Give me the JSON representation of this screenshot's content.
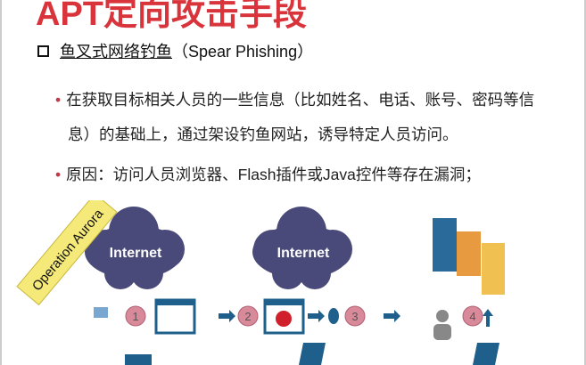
{
  "slide": {
    "title": "APT定向攻击手段",
    "heading_cn": "鱼叉式网络钓鱼",
    "heading_en": "（Spear Phishing）",
    "bullets": [
      {
        "line1": "在获取目标相关人员的一些信息（比如姓名、电话、账号、密码等信",
        "line2": "息）的基础上，通过架设钓鱼网站，诱导特定人员访问。"
      },
      {
        "line1": "原因：访问人员浏览器、Flash插件或Java控件等存在漏洞；"
      }
    ]
  },
  "diagram": {
    "sticky_note": "Operation Aurora",
    "clouds": [
      "Internet",
      "Internet"
    ],
    "steps": [
      "1",
      "2",
      "3",
      "4"
    ],
    "colors": {
      "cloud": "#4a4a7a",
      "step": "#d98a9a",
      "icon": "#1f5f8b",
      "note": "#f5e97a",
      "title": "#d9343b"
    }
  }
}
